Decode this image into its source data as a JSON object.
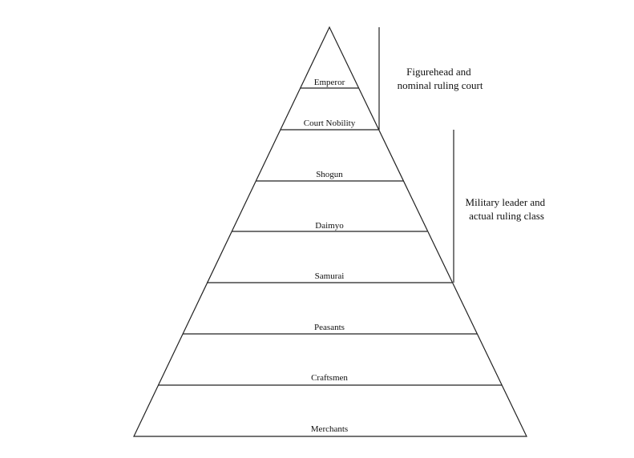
{
  "pyramid": {
    "tiers": [
      "Emperor",
      "Court Nobility",
      "Shogun",
      "Daimyo",
      "Samurai",
      "Peasants",
      "Craftsmen",
      "Merchants"
    ]
  },
  "annotations": [
    {
      "lines": [
        "Figurehead and",
        "nominal ruling court"
      ]
    },
    {
      "lines": [
        "Military leader and",
        "actual ruling class"
      ]
    }
  ]
}
